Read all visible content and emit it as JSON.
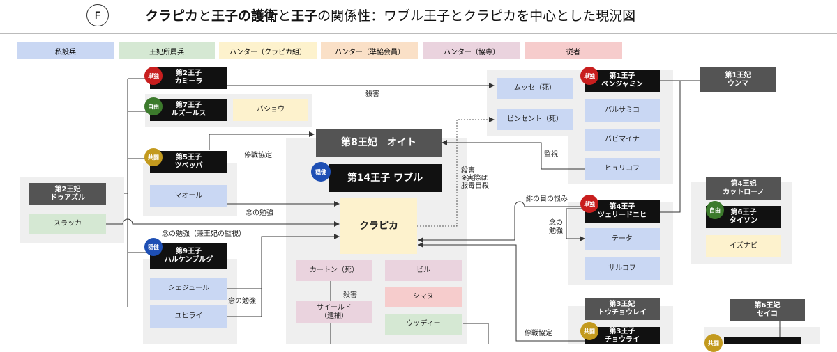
{
  "header": {
    "letter": "F",
    "title_part1": "クラピカ",
    "title_part2": "と",
    "title_part3": "王子の護衛",
    "title_part4": "と",
    "title_part5": "王子",
    "title_part6": "の関係性：ワブル王子とクラピカを中心とした現況図"
  },
  "legend": [
    {
      "label": "私設兵",
      "color": "#c9d7f3"
    },
    {
      "label": "王妃所属兵",
      "color": "#d5e8d3"
    },
    {
      "label": "ハンター（クラピカ組）",
      "color": "#fdf2cd"
    },
    {
      "label": "ハンター（準協会員）",
      "color": "#fae0c7"
    },
    {
      "label": "ハンター（協専）",
      "color": "#ead3de"
    },
    {
      "label": "従者",
      "color": "#f6cccc"
    }
  ],
  "badges": {
    "tandoku": "単独",
    "jiyuu": "自由",
    "kyoutou": "共闘",
    "hoken": "穏健"
  },
  "nodes": {
    "queen2": "第2王妃\nドゥアズル",
    "surakka": "スラッカ",
    "prince2": "第2王子\nカミーラ",
    "prince7": "第7王子\nルズールス",
    "bashou": "バショウ",
    "prince5": "第5王子\nツベッパ",
    "maoru": "マオール",
    "prince9": "第9王子\nハルケンブルグ",
    "shejuru": "シェジュール",
    "yuhirai": "ユヒライ",
    "queen8": "第8王妃　オイト",
    "prince14": "第14王子 ワブル",
    "kurapika": "クラピカ",
    "karton": "カートン（死）",
    "bill": "ビル",
    "shimanu": "シマヌ",
    "saiiru": "サイールド\n（逮捕）",
    "woody": "ウッディー",
    "musse": "ムッセ（死）",
    "vincent": "ビンセント（死）",
    "prince1": "第1王子\nベンジャミン",
    "barusamiko": "バルサミコ",
    "babimaina": "バビマイナ",
    "hyurikofu": "ヒュリコフ",
    "queen1": "第1王妃\nウンマ",
    "prince4": "第4王子\nツェリードニヒ",
    "teeta": "テータ",
    "sarukofu": "サルコフ",
    "queen4": "第4王妃\nカットローノ",
    "prince6": "第6王子\nタイソン",
    "izunabi": "イズナビ",
    "queen3": "第3王妃\nトウチョウレイ",
    "prince3": "第3王子\nチョウライ",
    "queen6": "第6王妃\nセイコ"
  },
  "labels": {
    "satsugai_top": "殺害",
    "teisen1": "停戦協定",
    "nen1": "念の勉強",
    "nen2": "念の勉強（兼王妃の監視）",
    "nen3": "念の勉強",
    "satsugai_mid": "殺害",
    "satsugai_note": "殺害\n※実際は\n服毒自殺",
    "kanshi": "監視",
    "hiiro": "緋の目の恨み",
    "nen4": "念の\n勉強",
    "teisen2": "停戦協定"
  }
}
